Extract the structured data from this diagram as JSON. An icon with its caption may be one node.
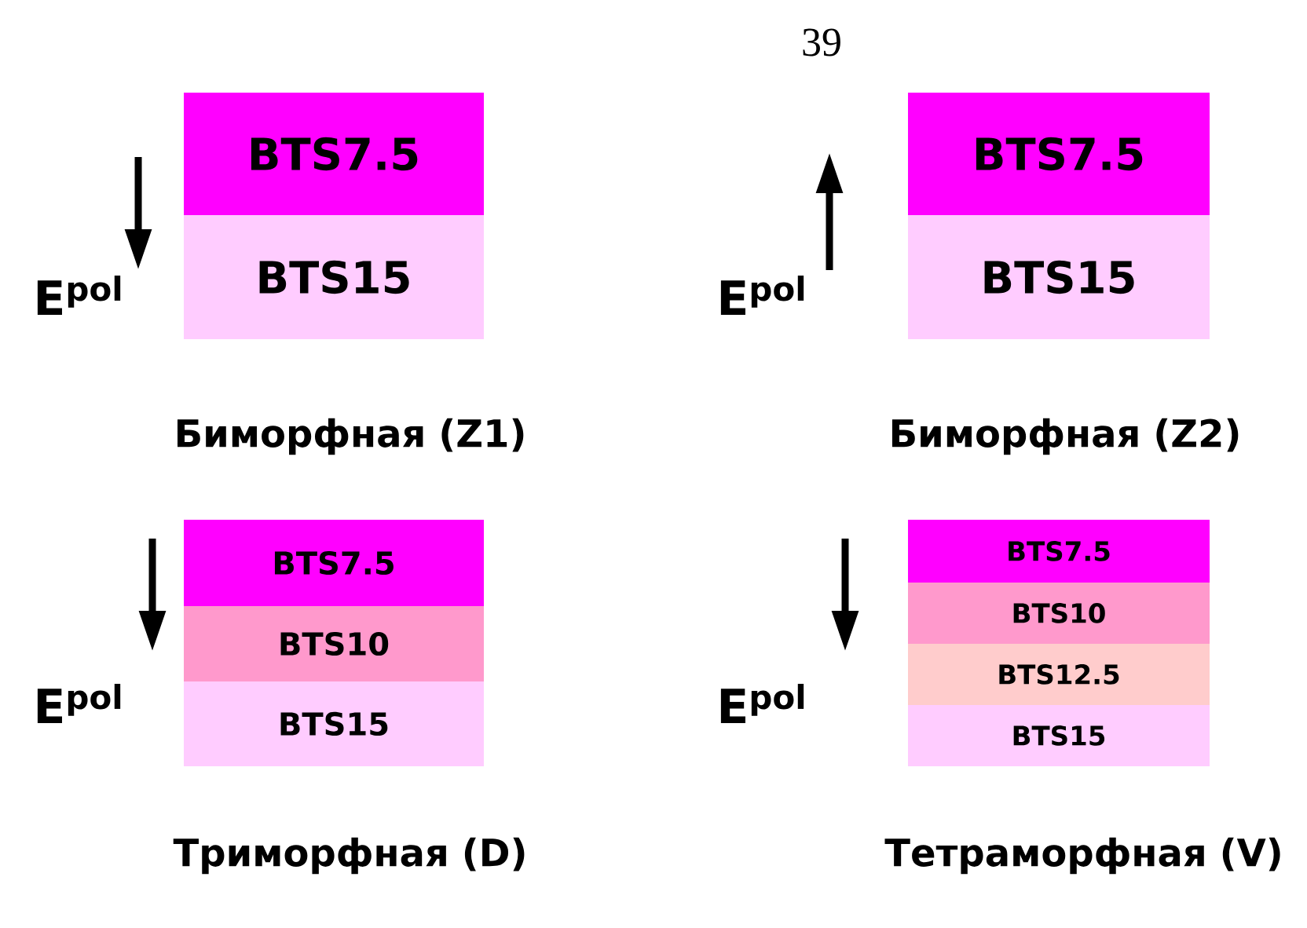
{
  "diagram": {
    "nodes": [
      {
        "text": [
          "BTS7.5"
        ]
      },
      {
        "text": [
          "BTS15"
        ]
      },
      {
        "text": [
          "BTS7.5"
        ]
      },
      {
        "text": [
          "BTS15"
        ]
      },
      {
        "text": [
          "BTS7.5"
        ]
      },
      {
        "text": [
          "BTS10"
        ]
      },
      {
        "text": [
          "BTS15"
        ]
      },
      {
        "text": [
          "BTS7.5"
        ]
      },
      {
        "text": [
          "BTS10"
        ]
      },
      {
        "text": [
          "BTS12.5"
        ]
      },
      {
        "text": [
          "BTS15"
        ]
      }
    ],
    "labels": [
      "39",
      "E$^{pol}$",
      "E$^{pol}$",
      "Биморфная (Z1)",
      "Биморфная (Z2)",
      "E$^{pol}$",
      "E$^{pol}$",
      "Триморфная (D)",
      "Тетраморфная (V)"
    ]
  }
}
